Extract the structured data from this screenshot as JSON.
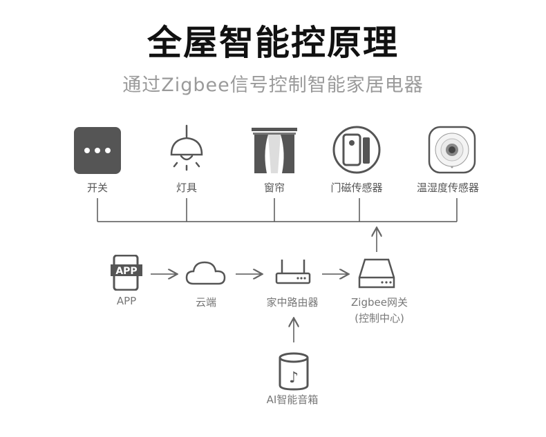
{
  "title": "全屋智能控原理",
  "subtitle": "通过Zigbee信号控制智能家居电器",
  "devices": [
    {
      "label": "开关",
      "icon": "switch-icon"
    },
    {
      "label": "灯具",
      "icon": "lamp-icon"
    },
    {
      "label": "窗帘",
      "icon": "curtain-icon"
    },
    {
      "label": "门磁传感器",
      "icon": "door-sensor-icon"
    },
    {
      "label": "温湿度传感器",
      "icon": "temperature-humidity-sensor-icon"
    }
  ],
  "flow": {
    "app": {
      "label": "APP",
      "icon_text": "APP"
    },
    "cloud": {
      "label": "云端"
    },
    "router": {
      "label": "家中路由器"
    },
    "gateway": {
      "label_line1": "Zigbee网关",
      "label_line2": "(控制中心)"
    },
    "speaker": {
      "label": "AI智能音箱"
    }
  },
  "colors": {
    "dark_icon": "#555555",
    "line": "#666666",
    "text": "#555555"
  }
}
